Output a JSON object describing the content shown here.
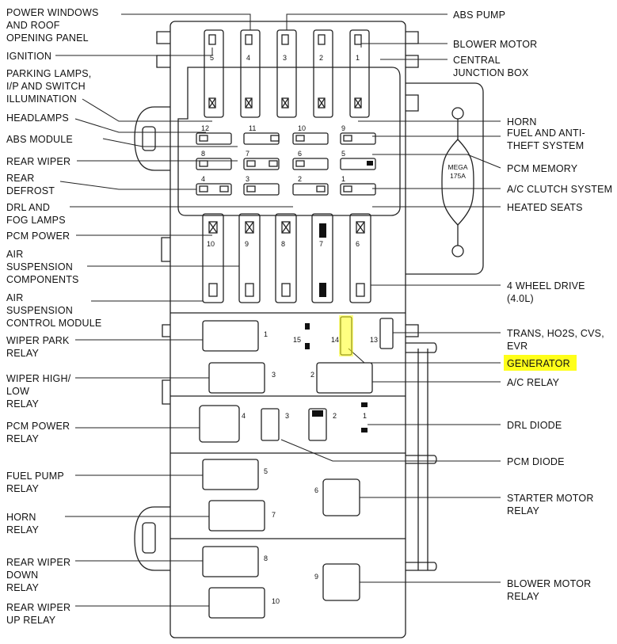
{
  "left_labels": [
    {
      "id": "power-windows",
      "text": "POWER WINDOWS\nAND ROOF\nOPENING PANEL"
    },
    {
      "id": "ignition",
      "text": "IGNITION"
    },
    {
      "id": "parking-lamps",
      "text": "PARKING LAMPS,\nI/P AND SWITCH\nILLUMINATION"
    },
    {
      "id": "headlamps",
      "text": "HEADLAMPS"
    },
    {
      "id": "abs-module",
      "text": "ABS MODULE"
    },
    {
      "id": "rear-wiper",
      "text": "REAR WIPER"
    },
    {
      "id": "rear-defrost",
      "text": "REAR\nDEFROST"
    },
    {
      "id": "drl-fog",
      "text": "DRL  AND\nFOG LAMPS"
    },
    {
      "id": "pcm-power",
      "text": "PCM POWER"
    },
    {
      "id": "air-susp-components",
      "text": "AIR\nSUSPENSION\nCOMPONENTS"
    },
    {
      "id": "air-susp-control",
      "text": "AIR\nSUSPENSION\nCONTROL MODULE"
    },
    {
      "id": "wiper-park-relay",
      "text": "WIPER PARK\nRELAY"
    },
    {
      "id": "wiper-high-low-relay",
      "text": "WIPER HIGH/\nLOW\nRELAY"
    },
    {
      "id": "pcm-power-relay",
      "text": "PCM POWER\nRELAY"
    },
    {
      "id": "fuel-pump-relay",
      "text": "FUEL PUMP\nRELAY"
    },
    {
      "id": "horn-relay",
      "text": "HORN\nRELAY"
    },
    {
      "id": "rear-wiper-down-relay",
      "text": "REAR WIPER\nDOWN\nRELAY"
    },
    {
      "id": "rear-wiper-up-relay",
      "text": "REAR WIPER\nUP  RELAY"
    }
  ],
  "right_labels": [
    {
      "id": "abs-pump",
      "text": "ABS PUMP"
    },
    {
      "id": "blower-motor",
      "text": "BLOWER MOTOR"
    },
    {
      "id": "central-junction-box",
      "text": "CENTRAL\nJUNCTION BOX"
    },
    {
      "id": "horn",
      "text": "HORN"
    },
    {
      "id": "fuel-anti-theft",
      "text": "FUEL AND ANTI-\nTHEFT SYSTEM"
    },
    {
      "id": "pcm-memory",
      "text": "PCM MEMORY"
    },
    {
      "id": "ac-clutch",
      "text": "A/C CLUTCH SYSTEM"
    },
    {
      "id": "heated-seats",
      "text": "HEATED SEATS"
    },
    {
      "id": "four-wheel-drive",
      "text": "4 WHEEL DRIVE\n(4.0L)"
    },
    {
      "id": "trans-ho2s",
      "text": "TRANS, HO2S, CVS,\nEVR"
    },
    {
      "id": "generator",
      "text": "GENERATOR"
    },
    {
      "id": "ac-relay",
      "text": "A/C  RELAY"
    },
    {
      "id": "drl-diode",
      "text": "DRL DIODE"
    },
    {
      "id": "pcm-diode",
      "text": "PCM DIODE"
    },
    {
      "id": "starter-motor-relay",
      "text": "STARTER MOTOR\nRELAY"
    },
    {
      "id": "blower-motor-relay",
      "text": "BLOWER MOTOR\nRELAY"
    }
  ],
  "mega_fuse_label": "MEGA\n175A",
  "position_numbers": {
    "maxi_top": [
      "5",
      "4",
      "3",
      "2",
      "1"
    ],
    "mini_row1": [
      "12",
      "11",
      "10",
      "9"
    ],
    "mini_row2": [
      "8",
      "7",
      "6",
      "5"
    ],
    "mini_row3": [
      "4",
      "3",
      "2",
      "1"
    ],
    "maxi_mid": [
      "10",
      "9",
      "8",
      "7",
      "6"
    ],
    "relay_mid": [
      "1",
      "15",
      "14",
      "13",
      "3",
      "2"
    ],
    "diode_row": [
      "4",
      "3",
      "2",
      "1"
    ],
    "relay_low": [
      "5",
      "6",
      "7",
      "8",
      "9",
      "10"
    ]
  },
  "colors": {
    "highlight": "#ffff1a",
    "line": "#222222"
  }
}
